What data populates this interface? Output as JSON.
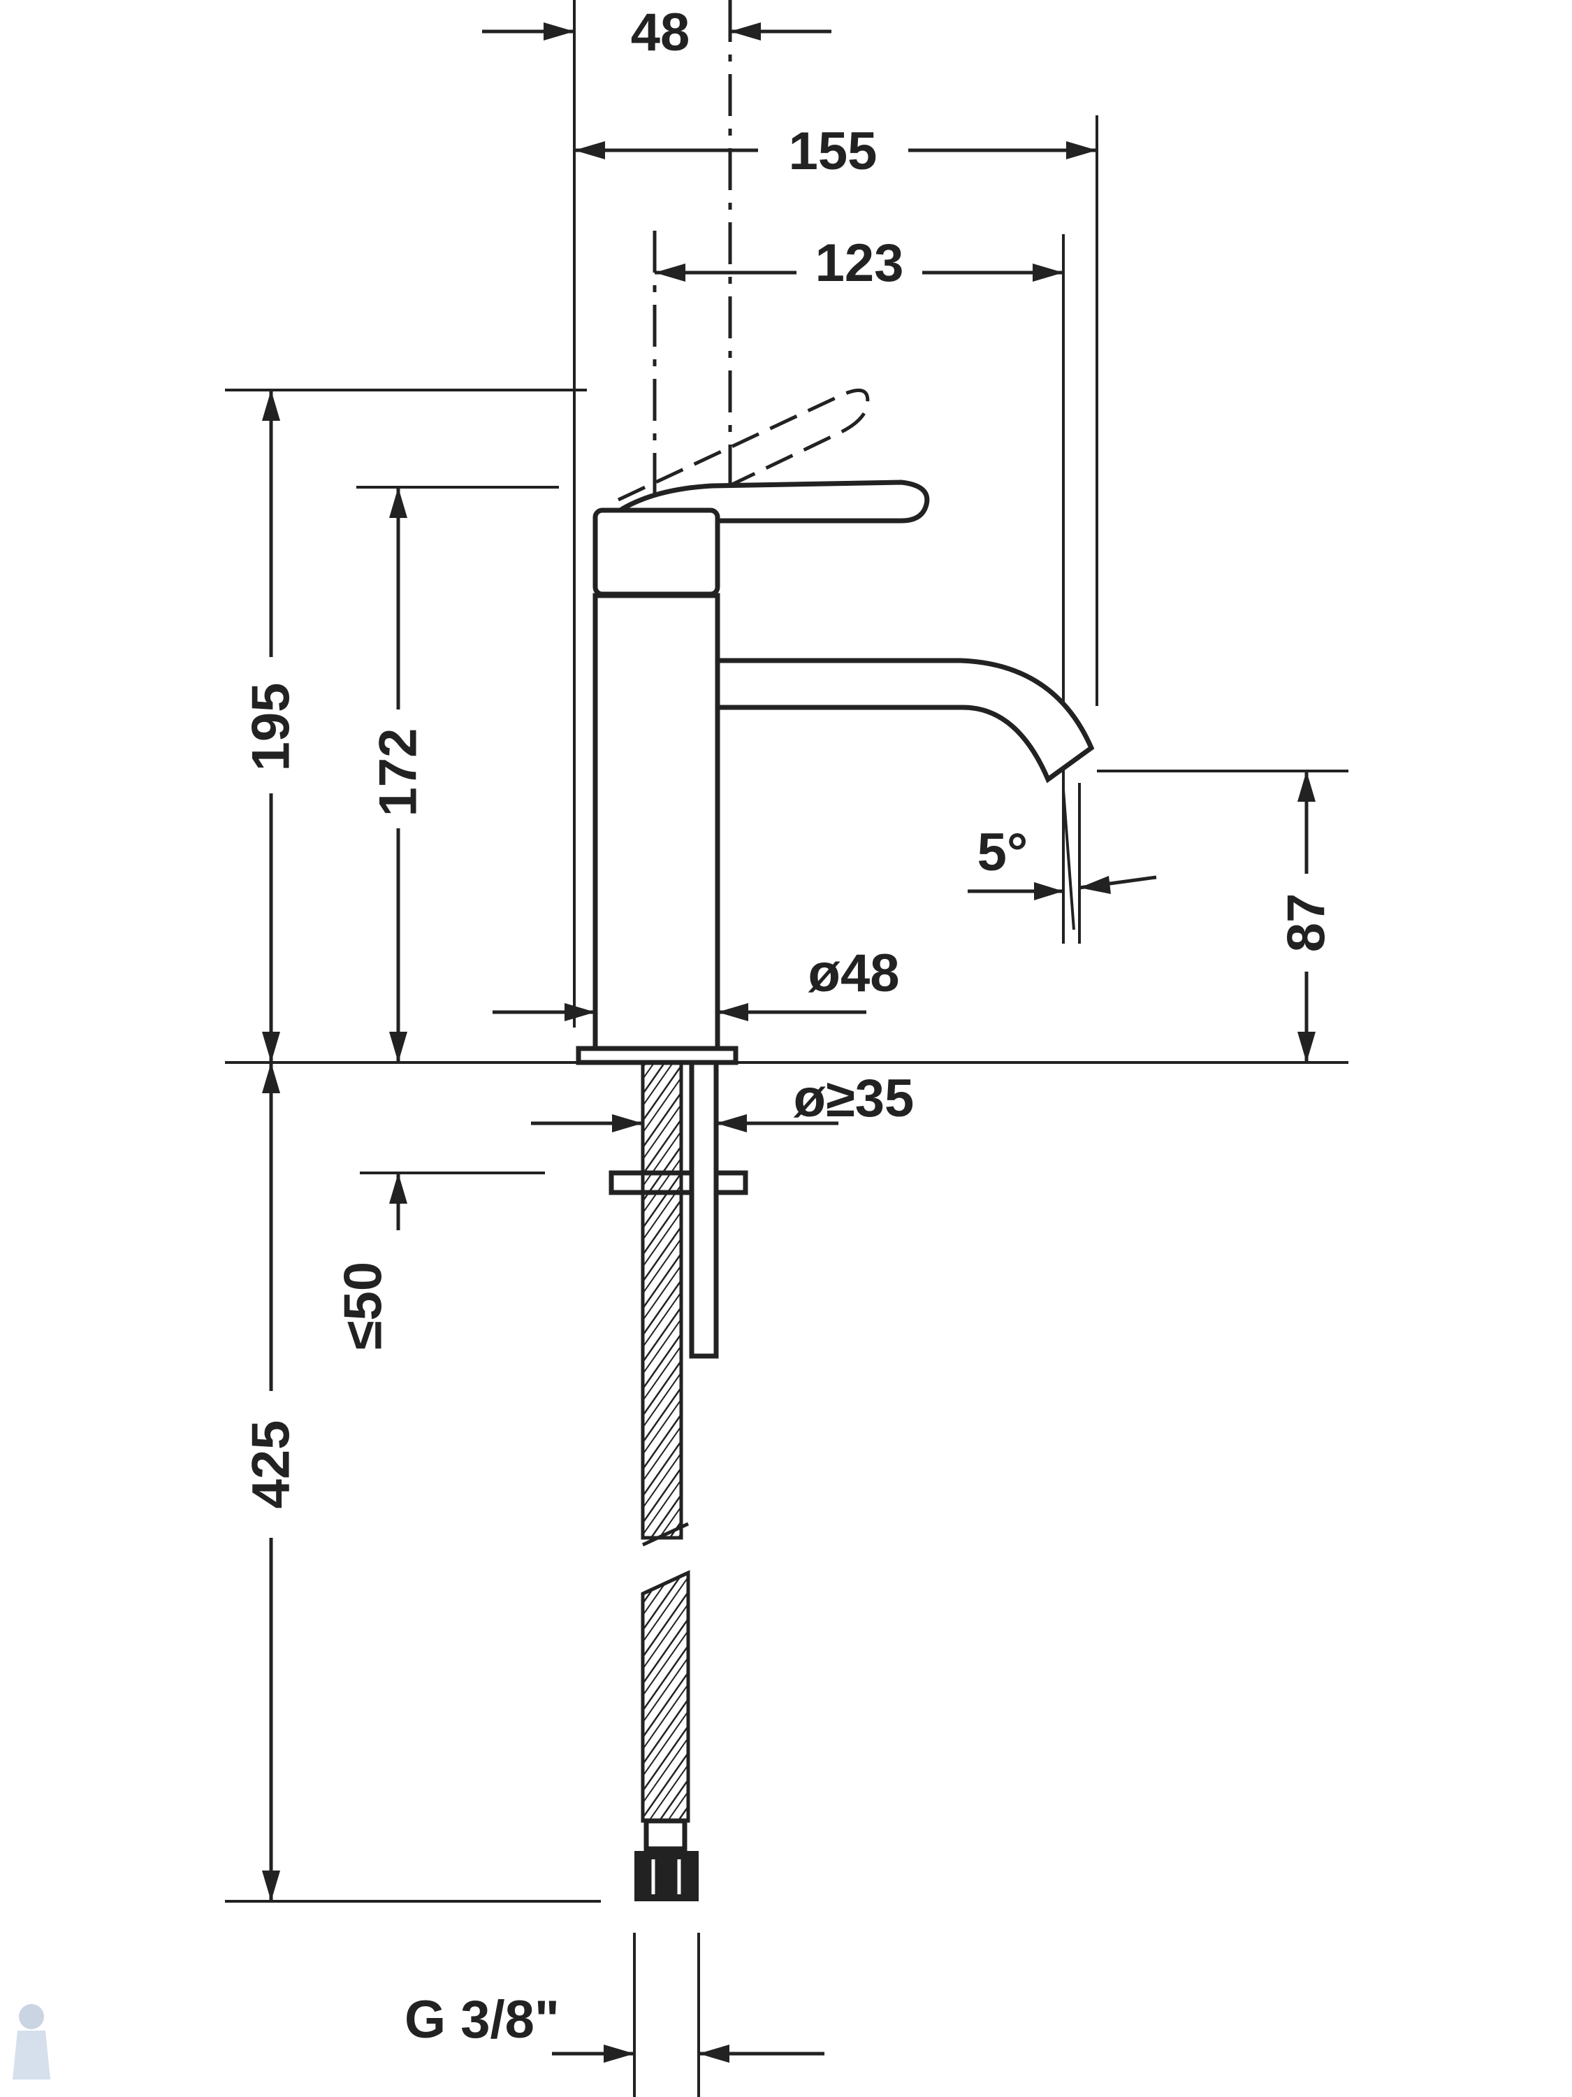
{
  "drawing": {
    "dimensions": {
      "d48_top": "48",
      "d155": "155",
      "d123": "123",
      "d195": "195",
      "d172": "172",
      "angle": "5°",
      "d87": "87",
      "dia48": "ø48",
      "dia35": "ø≥35",
      "le50": "≤50",
      "d425": "425",
      "thread": "G 3/8\""
    },
    "colors": {
      "line": "#222222",
      "background": "#ffffff"
    },
    "icons": {
      "corner_logo": "plumber-figure-icon"
    }
  }
}
